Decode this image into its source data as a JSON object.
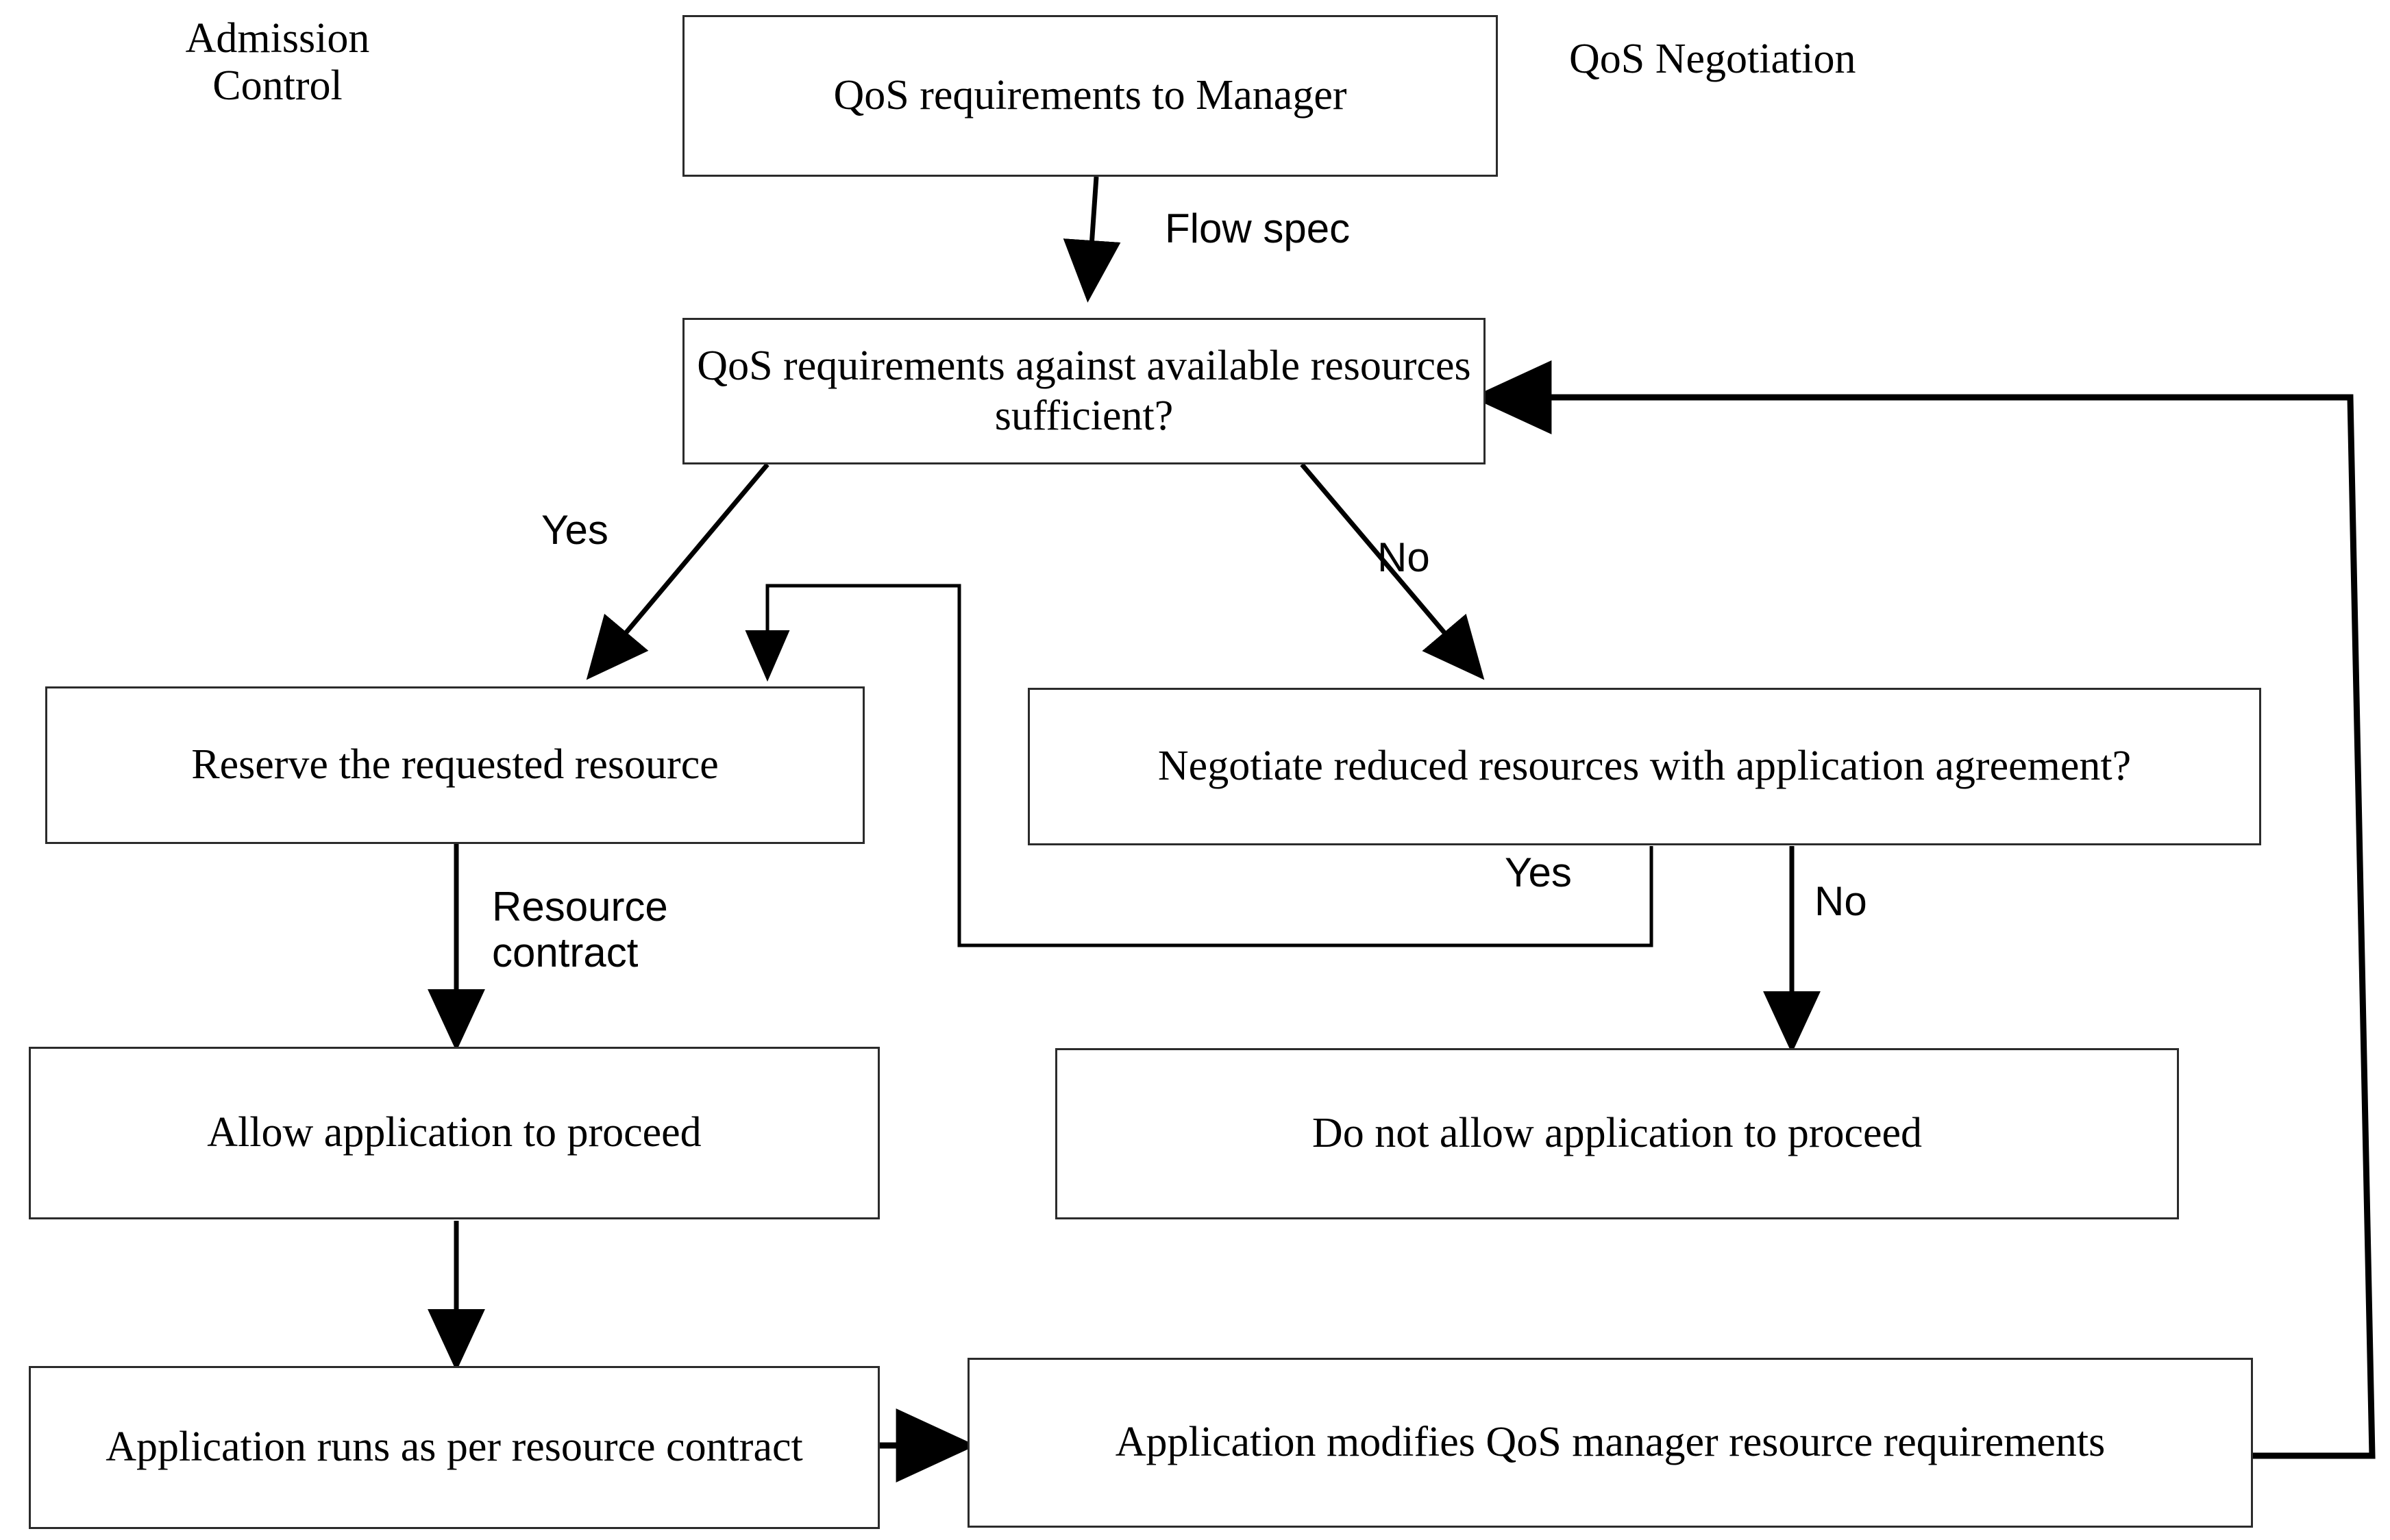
{
  "diagram": {
    "title_bands": [
      {
        "id": "admission-control",
        "text": "Admission\nControl"
      },
      {
        "id": "qos-negotiation",
        "text": "QoS Negotiation"
      }
    ],
    "nodes": [
      {
        "id": "qos-req-to-manager",
        "text": "QoS requirements to Manager"
      },
      {
        "id": "qos-sufficient",
        "text": "QoS requirements against available resources sufficient?"
      },
      {
        "id": "reserve-resource",
        "text": "Reserve the requested resource"
      },
      {
        "id": "negotiate-reduced",
        "text": "Negotiate reduced resources with application agreement?"
      },
      {
        "id": "allow-proceed",
        "text": "Allow application to proceed"
      },
      {
        "id": "do-not-allow-proceed",
        "text": "Do not allow application to proceed"
      },
      {
        "id": "app-runs",
        "text": "Application runs as per resource contract"
      },
      {
        "id": "app-modifies",
        "text": "Application modifies QoS manager resource requirements"
      }
    ],
    "edge_labels": [
      {
        "id": "flow-spec",
        "text": "Flow spec"
      },
      {
        "id": "sufficient-yes",
        "text": "Yes"
      },
      {
        "id": "sufficient-no",
        "text": "No"
      },
      {
        "id": "resource-contract",
        "text": "Resource\ncontract"
      },
      {
        "id": "negotiate-yes",
        "text": "Yes"
      },
      {
        "id": "negotiate-no",
        "text": "No"
      }
    ],
    "colors": {
      "stroke": "#000000",
      "box_border": "#2b2b2b",
      "background": "#ffffff",
      "text": "#000000"
    }
  }
}
